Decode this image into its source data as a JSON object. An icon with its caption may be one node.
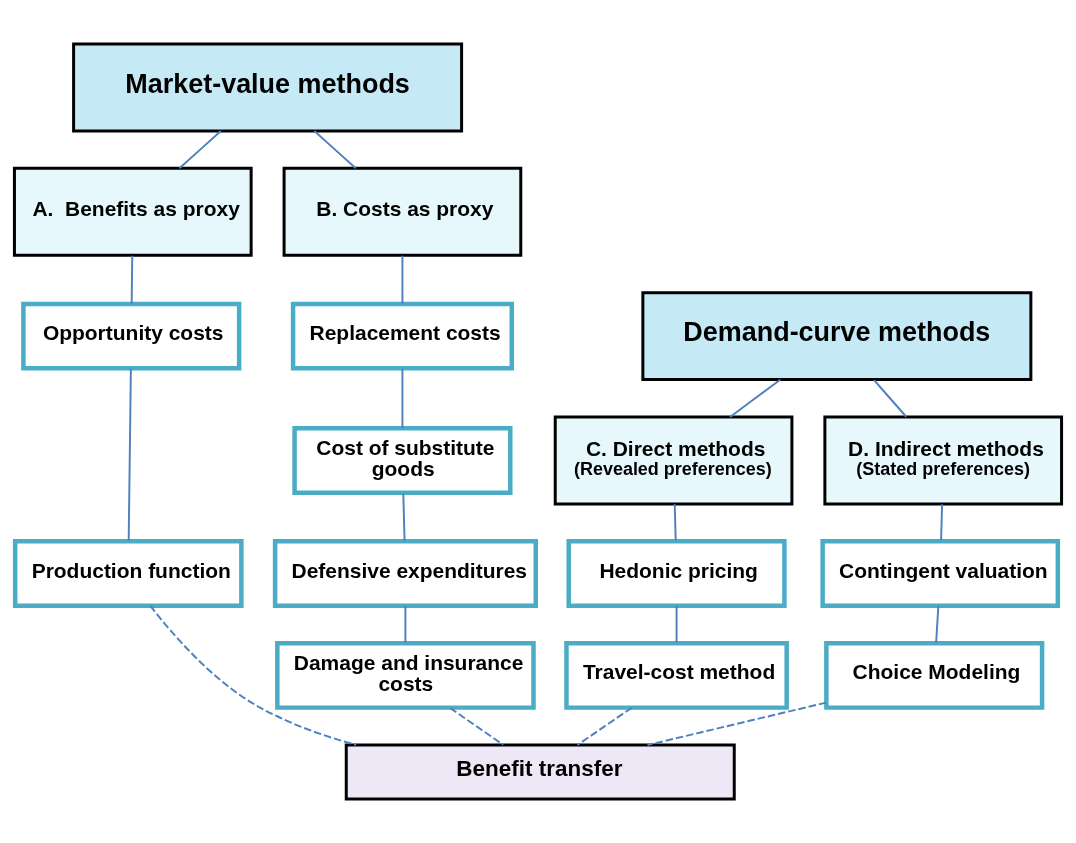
{
  "diagram": {
    "nodes": [
      {
        "text": [
          "Market-value methods"
        ]
      },
      {
        "text": [
          "Demand-curve methods"
        ]
      },
      {
        "text": [
          "A.  Benefits as proxy"
        ]
      },
      {
        "text": [
          "B. Costs as proxy"
        ]
      },
      {
        "text": [
          "C. Direct methods",
          "(Revealed preferences)"
        ]
      },
      {
        "text": [
          "D. Indirect methods",
          "(Stated preferences)"
        ]
      },
      {
        "text": [
          "Opportunity costs"
        ]
      },
      {
        "text": [
          "Production function"
        ]
      },
      {
        "text": [
          "Replacement costs"
        ]
      },
      {
        "text": [
          "Cost of substitute goods"
        ]
      },
      {
        "text": [
          "Defensive expenditures"
        ]
      },
      {
        "text": [
          "Damage and insurance costs"
        ]
      },
      {
        "text": [
          "Hedonic pricing"
        ]
      },
      {
        "text": [
          "Travel-cost method"
        ]
      },
      {
        "text": [
          "Contingent valuation"
        ]
      },
      {
        "text": [
          "Choice Modeling"
        ]
      },
      {
        "text": [
          "Benefit transfer"
        ]
      }
    ],
    "edges": [
      {
        "from": 0,
        "to": 2,
        "arrow": "none"
      },
      {
        "from": 0,
        "to": 3,
        "arrow": "none"
      },
      {
        "from": 1,
        "to": 4,
        "arrow": "none"
      },
      {
        "from": 1,
        "to": 5,
        "arrow": "none"
      },
      {
        "from": 2,
        "to": 6,
        "arrow": "none"
      },
      {
        "from": 6,
        "to": 7,
        "arrow": "none"
      },
      {
        "from": 3,
        "to": 8,
        "arrow": "none"
      },
      {
        "from": 8,
        "to": 9,
        "arrow": "none"
      },
      {
        "from": 9,
        "to": 10,
        "arrow": "none"
      },
      {
        "from": 10,
        "to": 11,
        "arrow": "none"
      },
      {
        "from": 4,
        "to": 12,
        "arrow": "none"
      },
      {
        "from": 12,
        "to": 13,
        "arrow": "none"
      },
      {
        "from": 5,
        "to": 14,
        "arrow": "none"
      },
      {
        "from": 14,
        "to": 15,
        "arrow": "none"
      },
      {
        "from": 7,
        "to": 16,
        "arrow": "none",
        "style": "dashed"
      },
      {
        "from": 11,
        "to": 16,
        "arrow": "none",
        "style": "dashed"
      },
      {
        "from": 13,
        "to": 16,
        "arrow": "none",
        "style": "dashed"
      },
      {
        "from": 15,
        "to": 16,
        "arrow": "none",
        "style": "dashed"
      }
    ]
  }
}
